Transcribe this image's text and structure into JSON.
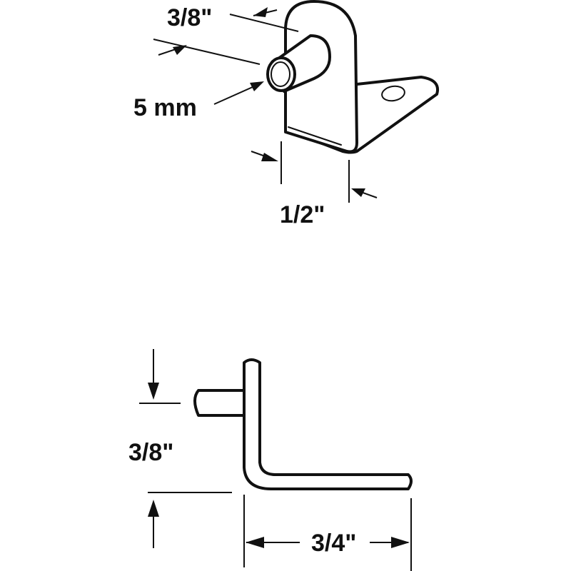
{
  "diagram": {
    "subject": "L-shaped shelf support bracket with pin",
    "colors": {
      "line": "#111111",
      "background": "#ffffff"
    },
    "perspective_view": {
      "labels": {
        "pin_length": "3/8\"",
        "pin_diameter": "5 mm",
        "bracket_width": "1/2\""
      }
    },
    "side_view": {
      "labels": {
        "pin_height": "3/8\"",
        "bracket_depth": "3/4\""
      }
    }
  }
}
